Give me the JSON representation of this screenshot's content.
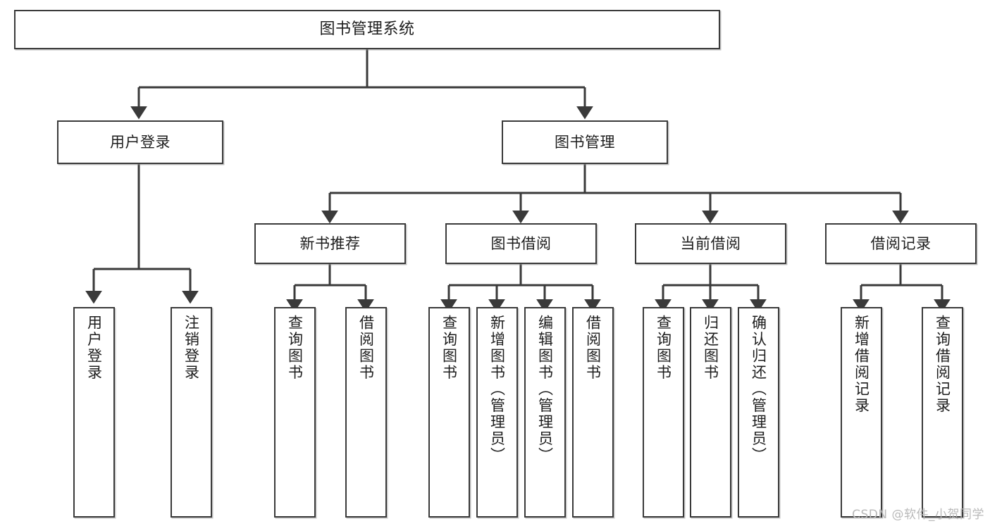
{
  "diagram": {
    "title": "图书管理系统",
    "type": "tree-hierarchy-chart",
    "line_color": "#3a3a3a",
    "box_fill": "#ffffff",
    "text_color": "#1d1d1d",
    "watermark": "CSDN @软件_小贺同学",
    "nodes": {
      "root": {
        "label": "图书管理系统"
      },
      "level2": [
        {
          "id": "user-login",
          "label": "用户登录"
        },
        {
          "id": "book-manage",
          "label": "图书管理"
        }
      ],
      "level3": [
        {
          "id": "new-book-recommend",
          "label": "新书推荐"
        },
        {
          "id": "book-borrow",
          "label": "图书借阅"
        },
        {
          "id": "current-borrow",
          "label": "当前借阅"
        },
        {
          "id": "borrow-record",
          "label": "借阅记录"
        }
      ],
      "leaves": [
        {
          "id": "leaf-user-login",
          "label": "用户登录",
          "parent": "user-login"
        },
        {
          "id": "leaf-logout-login",
          "label": "注销登录",
          "parent": "user-login"
        },
        {
          "id": "leaf-query-book-1",
          "label": "查询图书",
          "parent": "new-book-recommend"
        },
        {
          "id": "leaf-borrow-book-1",
          "label": "借阅图书",
          "parent": "new-book-recommend"
        },
        {
          "id": "leaf-query-book-2",
          "label": "查询图书",
          "parent": "book-borrow"
        },
        {
          "id": "leaf-add-book",
          "label": "新增图书（管理员）",
          "parent": "book-borrow"
        },
        {
          "id": "leaf-edit-book",
          "label": "编辑图书（管理员）",
          "parent": "book-borrow"
        },
        {
          "id": "leaf-borrow-book-2",
          "label": "借阅图书",
          "parent": "book-borrow"
        },
        {
          "id": "leaf-query-book-3",
          "label": "查询图书",
          "parent": "current-borrow"
        },
        {
          "id": "leaf-return-book",
          "label": "归还图书",
          "parent": "current-borrow"
        },
        {
          "id": "leaf-confirm-return",
          "label": "确认归还（管理员）",
          "parent": "current-borrow"
        },
        {
          "id": "leaf-add-record",
          "label": "新增借阅记录",
          "parent": "borrow-record"
        },
        {
          "id": "leaf-query-record",
          "label": "查询借阅记录",
          "parent": "borrow-record"
        }
      ]
    }
  }
}
